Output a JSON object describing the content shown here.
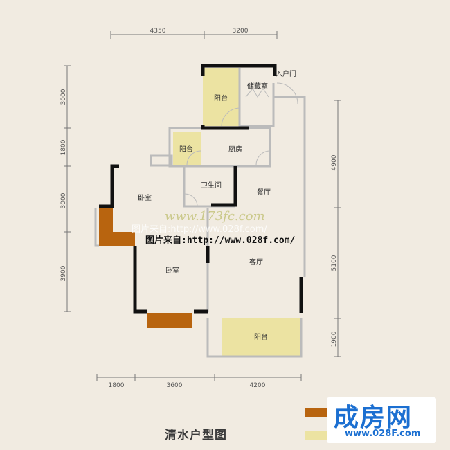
{
  "rooms": {
    "balcony_top": "阳台",
    "storage": "储藏室",
    "entry_door": "入户门",
    "balcony_small": "阳台",
    "kitchen": "厨房",
    "bathroom": "卫生间",
    "dining": "餐厅",
    "bedroom_1": "卧室",
    "bedroom_2": "卧室",
    "living": "客厅",
    "balcony_bottom": "阳台"
  },
  "dimensions": {
    "top": [
      "4350",
      "3200"
    ],
    "left": [
      "3000",
      "1800",
      "3000",
      "3900"
    ],
    "right": [
      "4900",
      "5100",
      "1900"
    ],
    "bottom": [
      "1800",
      "3600",
      "4200"
    ]
  },
  "title": "清水户型图",
  "logo": {
    "main": "成房网",
    "url": "www.028F.com"
  },
  "watermarks": [
    "www.173fc.com",
    "图片来自:http://www.028f.com/",
    "图片来自:http://www.028f.com/"
  ],
  "colors": {
    "balcony": "#ece3a2",
    "bay_window": "#b8640f",
    "wall": "#111111",
    "background": "#f1ebe1"
  }
}
